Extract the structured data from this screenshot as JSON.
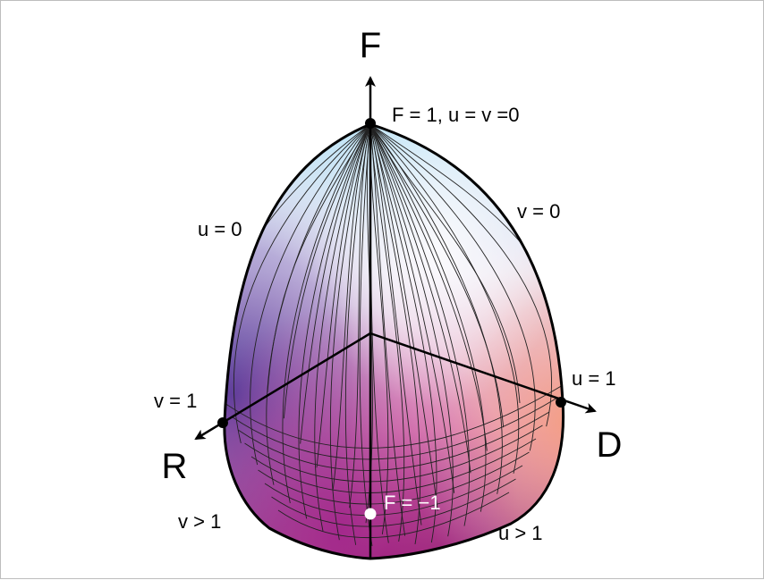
{
  "axes": {
    "f_label": "F",
    "d_label": "D",
    "r_label": "R"
  },
  "points": {
    "top_label": "F = 1, u = v =0",
    "bottom_label": "F = −1"
  },
  "curve_labels": {
    "u_zero": "u = 0",
    "v_zero": "v = 0",
    "u_one": "u = 1",
    "v_one": "v = 1",
    "v_gt_one": "v > 1",
    "u_gt_one": "u > 1"
  },
  "colors": {
    "top": "#bfe6f7",
    "left": "#5b4aa6",
    "right": "#f6a98f",
    "bottom": "#b0308f",
    "outline": "#000000",
    "grid": "#222222"
  }
}
